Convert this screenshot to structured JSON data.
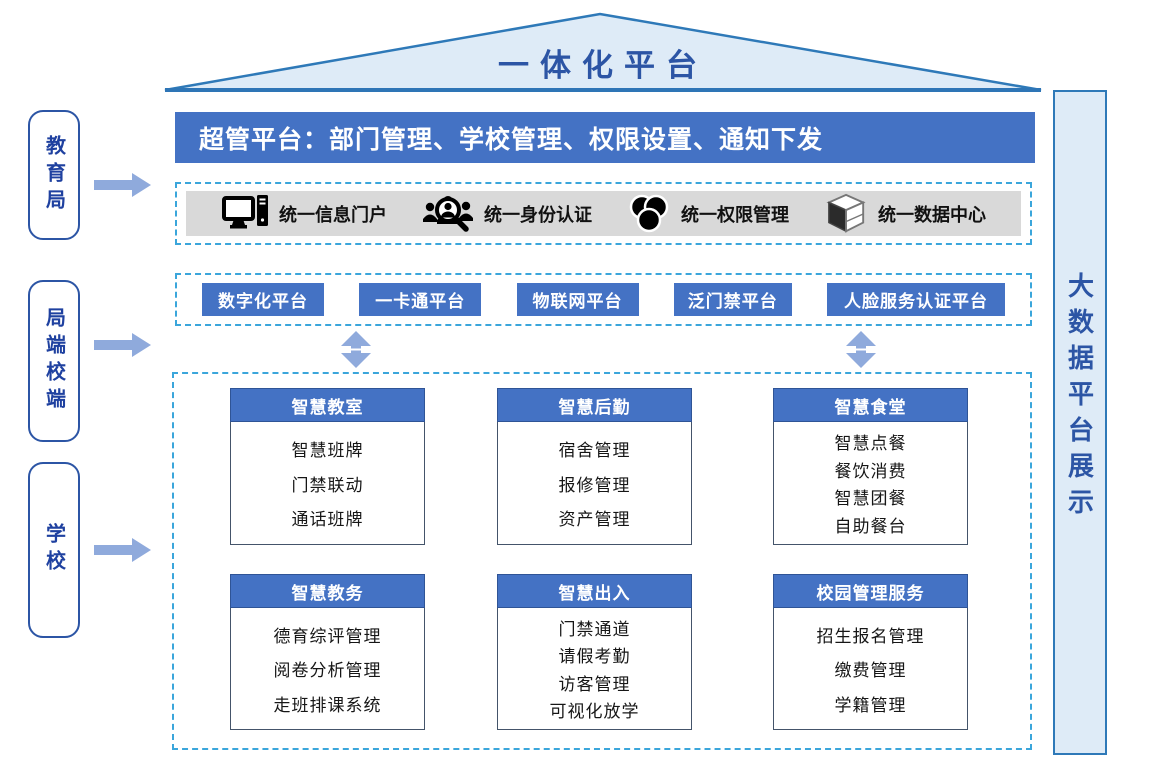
{
  "title": "一体化平台",
  "left_rail": {
    "groups": [
      {
        "label": "教育局"
      },
      {
        "label": "局端校端"
      },
      {
        "label": "学校"
      }
    ]
  },
  "right_bar": {
    "label": "大数据平台展示"
  },
  "admin_banner": {
    "text": "超管平台：部门管理、学校管理、权限设置、通知下发"
  },
  "unified_services": {
    "items": [
      {
        "icon": "monitor-pc-icon",
        "label": "统一信息门户"
      },
      {
        "icon": "identity-magnifier-icon",
        "label": "统一身份认证"
      },
      {
        "icon": "venn-circles-icon",
        "label": "统一权限管理"
      },
      {
        "icon": "data-cube-icon",
        "label": "统一数据中心"
      }
    ]
  },
  "platforms": {
    "items": [
      {
        "label": "数字化平台"
      },
      {
        "label": "一卡通平台"
      },
      {
        "label": "物联网平台"
      },
      {
        "label": "泛门禁平台"
      },
      {
        "label": "人脸服务认证平台"
      }
    ]
  },
  "modules": {
    "cards": [
      {
        "title": "智慧教室",
        "items": [
          "智慧班牌",
          "门禁联动",
          "通话班牌"
        ]
      },
      {
        "title": "智慧后勤",
        "items": [
          "宿舍管理",
          "报修管理",
          "资产管理"
        ]
      },
      {
        "title": "智慧食堂",
        "items": [
          "智慧点餐",
          "餐饮消费",
          "智慧团餐",
          "自助餐台"
        ]
      },
      {
        "title": "智慧教务",
        "items": [
          "德育综评管理",
          "阅卷分析管理",
          "走班排课系统"
        ]
      },
      {
        "title": "智慧出入",
        "items": [
          "门禁通道",
          "请假考勤",
          "访客管理",
          "可视化放学"
        ]
      },
      {
        "title": "校园管理服务",
        "items": [
          "招生报名管理",
          "缴费管理",
          "学籍管理"
        ]
      }
    ]
  },
  "colors": {
    "primary_blue": "#4472C4",
    "light_panel": "#DEEBF7",
    "panel_border": "#2E79B8",
    "dashed_border": "#3BA6DB",
    "arrow_fill": "#8FAADC",
    "dark_blue_text": "#2C55A5",
    "services_bar_bg": "#D9D9D9"
  }
}
